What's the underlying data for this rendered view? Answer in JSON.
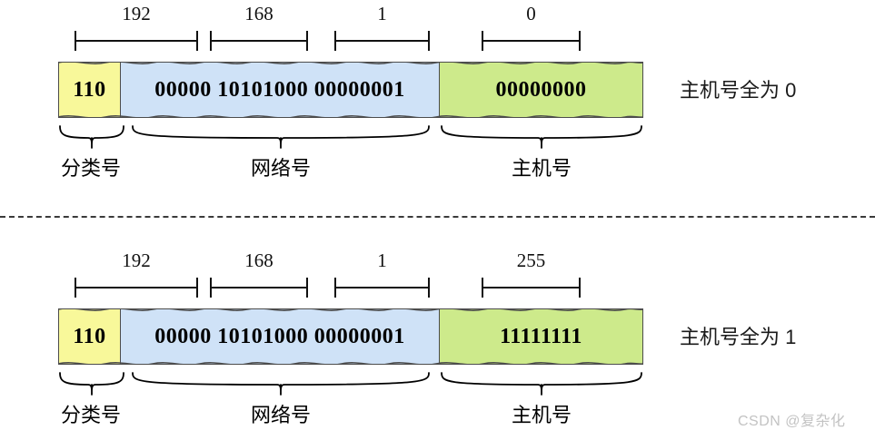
{
  "figure": {
    "title": "IPv4 address special-address structure",
    "background": "#ffffff",
    "divider_present": true
  },
  "palette": {
    "class_field": "#f8f89a",
    "network_field": "#cfe2f7",
    "host_field": "#cdea8b",
    "outline": "#4c4c4c",
    "text": "#000000",
    "watermark": "#c3c3c3"
  },
  "blocks": [
    {
      "id": "network-address",
      "octet_labels": [
        "192",
        "168",
        "1",
        "0"
      ],
      "fields": {
        "class_bits": "110",
        "network_bits": "00000 10101000 00000001",
        "host_bits": "00000000"
      },
      "brace_labels": [
        "分类号",
        "网络号",
        "主机号"
      ],
      "note": "主机号全为 0"
    },
    {
      "id": "broadcast-address",
      "octet_labels": [
        "192",
        "168",
        "1",
        "255"
      ],
      "fields": {
        "class_bits": "110",
        "network_bits": "00000 10101000 00000001",
        "host_bits": "11111111"
      },
      "brace_labels": [
        "分类号",
        "网络号",
        "主机号"
      ],
      "note": "主机号全为 1"
    }
  ],
  "watermark": "CSDN @复杂化"
}
